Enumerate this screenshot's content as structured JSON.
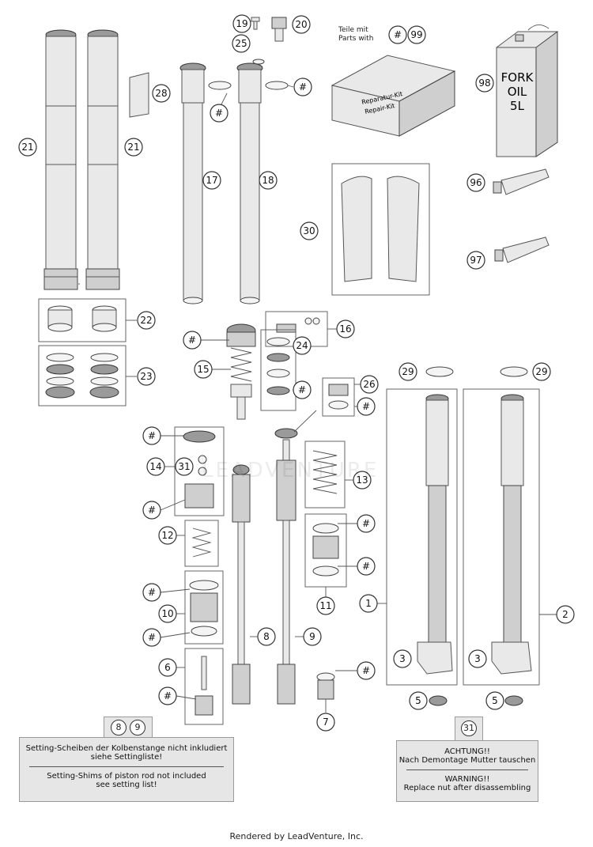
{
  "header_note": {
    "line1": "Teile mit",
    "line2": "Parts with",
    "hash": "#",
    "ref": "99"
  },
  "repair_kit": {
    "line1": "Reparatur-Kit",
    "line2": "Repair-Kit"
  },
  "oil_can": {
    "line1": "FORK",
    "line2": "OIL",
    "line3": "5L"
  },
  "watermark": "LEADVENTURE",
  "note_left": {
    "tab": [
      "8",
      "9"
    ],
    "de": [
      "Setting-Scheiben der Kolbenstange nicht inkludiert",
      "siehe Settingliste!"
    ],
    "en": [
      "Setting-Shims of piston rod not included",
      "see setting list!"
    ]
  },
  "note_right": {
    "tab": [
      "31"
    ],
    "de": [
      "ACHTUNG!!",
      "Nach Demontage Mutter tauschen"
    ],
    "en": [
      "WARNING!!",
      "Replace nut after disassembling"
    ]
  },
  "callouts": [
    {
      "label": "19"
    },
    {
      "label": "20"
    },
    {
      "label": "25"
    },
    {
      "label": "#"
    },
    {
      "label": "28"
    },
    {
      "label": "#"
    },
    {
      "label": "21"
    },
    {
      "label": "21"
    },
    {
      "label": "17"
    },
    {
      "label": "18"
    },
    {
      "label": "98"
    },
    {
      "label": "96"
    },
    {
      "label": "97"
    },
    {
      "label": "30"
    },
    {
      "label": "22"
    },
    {
      "label": "23"
    },
    {
      "label": "#"
    },
    {
      "label": "15"
    },
    {
      "label": "16"
    },
    {
      "label": "24"
    },
    {
      "label": "#"
    },
    {
      "label": "26"
    },
    {
      "label": "#"
    },
    {
      "label": "29"
    },
    {
      "label": "29"
    },
    {
      "label": "#"
    },
    {
      "label": "14"
    },
    {
      "label": "31"
    },
    {
      "label": "#"
    },
    {
      "label": "13"
    },
    {
      "label": "12"
    },
    {
      "label": "#"
    },
    {
      "label": "#"
    },
    {
      "label": "#"
    },
    {
      "label": "10"
    },
    {
      "label": "#"
    },
    {
      "label": "11"
    },
    {
      "label": "1"
    },
    {
      "label": "2"
    },
    {
      "label": "8"
    },
    {
      "label": "9"
    },
    {
      "label": "3"
    },
    {
      "label": "3"
    },
    {
      "label": "6"
    },
    {
      "label": "#"
    },
    {
      "label": "#"
    },
    {
      "label": "5"
    },
    {
      "label": "5"
    },
    {
      "label": "7"
    }
  ],
  "footer": "Rendered by LeadVenture, Inc."
}
